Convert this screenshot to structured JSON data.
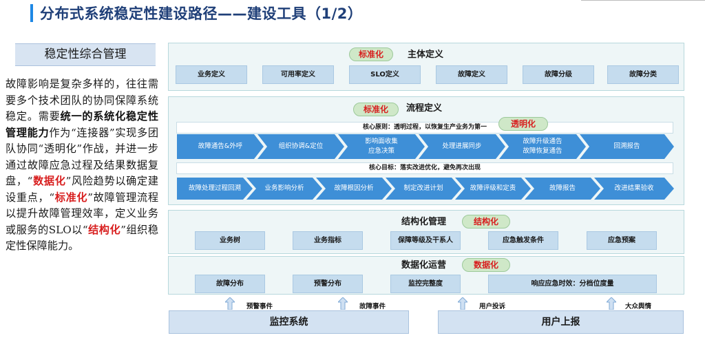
{
  "title": "分布式系统稳定性建设路径——建设工具（1/2）",
  "left": {
    "heading": "稳定性综合管理",
    "p1": "故障影响是复杂多样的，往往需要多个技术团队的协同保障系统稳定。需要",
    "b1": "统一的系统化稳定性管理能力",
    "p2": "作为“连接器”实现多团队协同“透明化”作战，并进一步通过故障应急过程及结果数据复盘，“",
    "r1": "数据化",
    "p3": "”风险趋势以确定建设重点，“",
    "r2": "标准化",
    "p4": "”故障管理流程以提升故障管理效率，定义业务或服务的SLO以“",
    "r3": "结构化",
    "p5": "”组织稳定性保障能力。"
  },
  "subject": {
    "title": "主体定义",
    "tag": "标准化",
    "items": [
      "业务定义",
      "可用率定义",
      "SLO定义",
      "故障定义",
      "故障分级",
      "故障分类"
    ]
  },
  "process": {
    "title": "流程定义",
    "tag": "标准化",
    "tag2": "透明化",
    "principle": "核心原则：透明过程，以恢复生产业务为第一",
    "goal": "核心目标：落实改进优化，避免再次出现",
    "row1": [
      {
        "l1": "故障通告&外呼",
        "l2": ""
      },
      {
        "l1": "组织协调&定位",
        "l2": ""
      },
      {
        "l1": "影响面收集",
        "l2": "应急决策"
      },
      {
        "l1": "处理进展同步",
        "l2": ""
      },
      {
        "l1": "故障升级通告",
        "l2": "故障恢复通告"
      },
      {
        "l1": "回溯报告",
        "l2": ""
      }
    ],
    "row2": [
      "故障处理过程回溯",
      "业务影响分析",
      "故障根因分析",
      "制定改进计划",
      "故障评级和定责",
      "故障报告",
      "改进结果验收"
    ]
  },
  "structured": {
    "title": "结构化管理",
    "tag": "结构化",
    "items": [
      "业务树",
      "业务指标",
      "保障等级及干系人",
      "应急触发条件",
      "应急预案"
    ]
  },
  "data_ops": {
    "title": "数据化运营",
    "tag": "数据化",
    "items": [
      "故障分布",
      "预警分布",
      "监控完整度",
      "响应应急时效：分档位度量"
    ]
  },
  "inputs": [
    "预警事件",
    "故障事件",
    "用户投诉",
    "大众舆情"
  ],
  "sources": [
    "监控系统",
    "用户上报"
  ],
  "colors": {
    "accent": "#1e88e5",
    "chevron": "#3e8fd7",
    "highlight": "#d81e1e",
    "tag_bg": "#cfe8c8"
  }
}
